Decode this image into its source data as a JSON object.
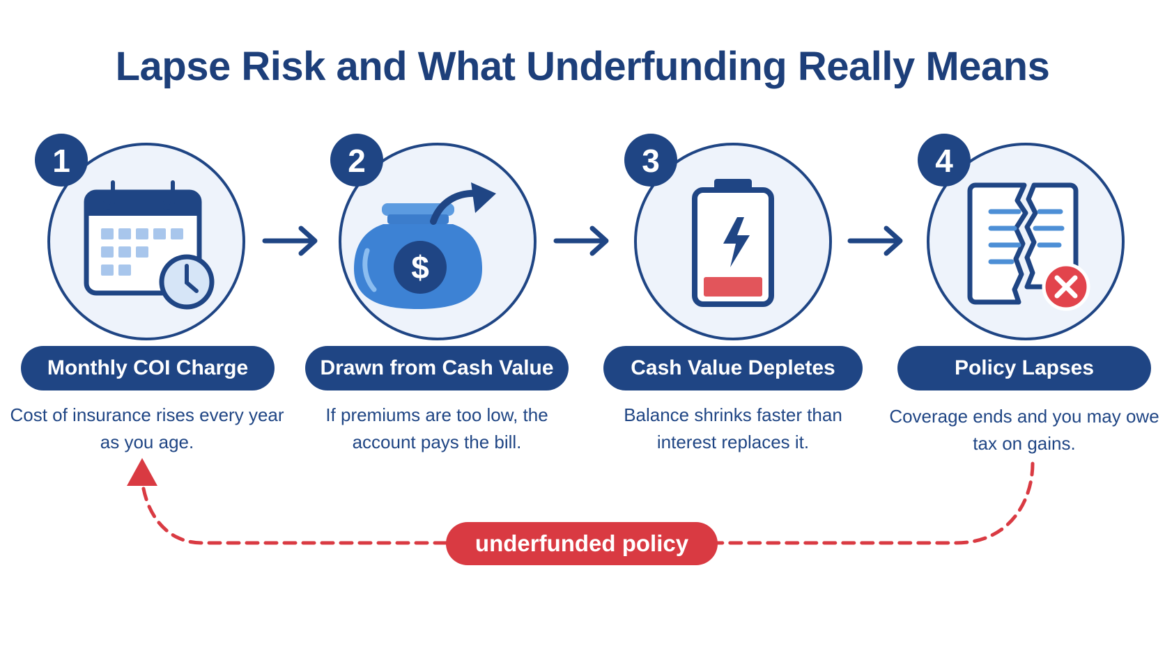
{
  "title": "Lapse Risk and What Underfunding Really Means",
  "steps": [
    {
      "number": "1",
      "label": "Monthly COI Charge",
      "desc": "Cost of insurance rises every year as you age.",
      "icon": "calendar-clock-icon"
    },
    {
      "number": "2",
      "label": "Drawn from Cash Value",
      "desc": "If premiums are too low, the account pays the bill.",
      "icon": "money-jar-icon"
    },
    {
      "number": "3",
      "label": "Cash Value Depletes",
      "desc": "Balance shrinks faster than interest replaces it.",
      "icon": "low-battery-icon"
    },
    {
      "number": "4",
      "label": "Policy Lapses",
      "desc": "Coverage ends and you may owe tax on gains.",
      "icon": "torn-document-icon"
    }
  ],
  "loop_label": "underfunded policy",
  "colors": {
    "navy": "#1f4584",
    "light_blue": "#eaf1fb",
    "accent_blue": "#4d8fd6",
    "red": "#d93a42"
  }
}
